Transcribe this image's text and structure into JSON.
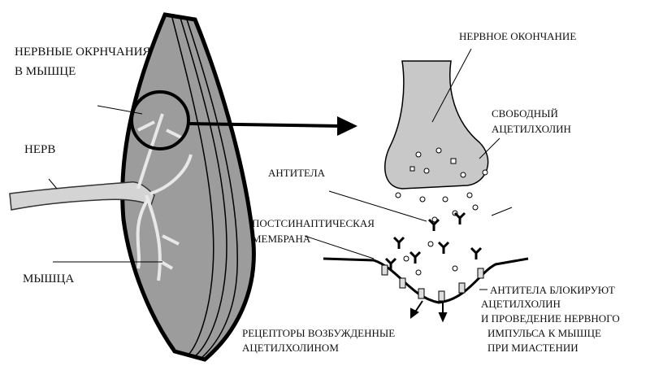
{
  "labels": {
    "nerve_endings_line1": "НЕРВНЫЕ ОКРНЧАНИЯ",
    "nerve_endings_line2": "В МЫШЦЕ",
    "nerve": "НЕРВ",
    "muscle": "МЫШЦА",
    "nerve_terminal": "НЕРВНОЕ ОКОНЧАНИЕ",
    "free_ach_line1": "СВОБОДНЫЙ",
    "free_ach_line2": "АЦЕТИЛХОЛИН",
    "antibodies": "АНТИТЕЛА",
    "postsynaptic_line1": "ПОСТСИНАПТИЧЕСКАЯ",
    "postsynaptic_line2": "МЕМБРАНА",
    "block_line1": "АНТИТЕЛА БЛОКИРУЮТ",
    "block_line2": "АЦЕТИЛХОЛИН",
    "block_line3": "И ПРОВЕДЕНИЕ НЕРВНОГО",
    "block_line4": "ИМПУЛЬСА К МЫШЦЕ",
    "block_line5": "ПРИ МИАСТЕНИИ",
    "receptors_line1": "РЕЦЕПТОРЫ ВОЗБУЖДЕННЫЕ",
    "receptors_line2": "АЦЕТИЛХОЛИНОМ"
  },
  "colors": {
    "muscle": "#9c9c9c",
    "nerve": "#d4d4d4",
    "terminal": "#c8c8c8"
  }
}
